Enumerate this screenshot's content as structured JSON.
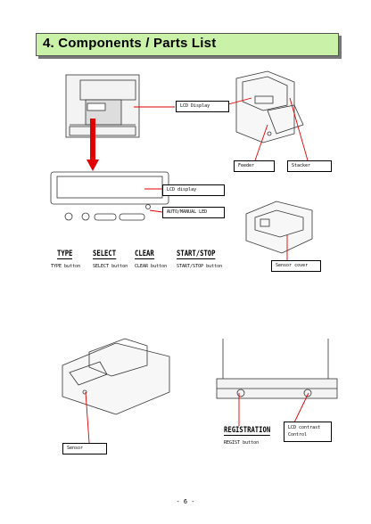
{
  "page": {
    "title": "4. Components / Parts List",
    "page_number": "- 6 -"
  },
  "callouts": {
    "lcd_display_top": "LCD Display",
    "feeder": "Feeder",
    "stacker": "Stacker",
    "lcd_display_panel": "LCD display",
    "auto_manual_led": "AUTO/MANUAL LED",
    "sensor_cover": "Sensor cover",
    "sensor": "Sensor",
    "lcd_contrast": [
      "LCD contrast",
      "Control"
    ]
  },
  "buttons": [
    {
      "label": "TYPE",
      "caption": "TYPE button"
    },
    {
      "label": "SELECT",
      "caption": "SELECT button"
    },
    {
      "label": "CLEAR",
      "caption": "CLEAR button"
    },
    {
      "label": "START/STOP",
      "caption": "START/STOP button"
    }
  ],
  "registration": {
    "label": "REGISTRATION",
    "caption": "REGIST button"
  },
  "colors": {
    "header_bg": "#c9f2a8",
    "arrow": "#e00000"
  }
}
